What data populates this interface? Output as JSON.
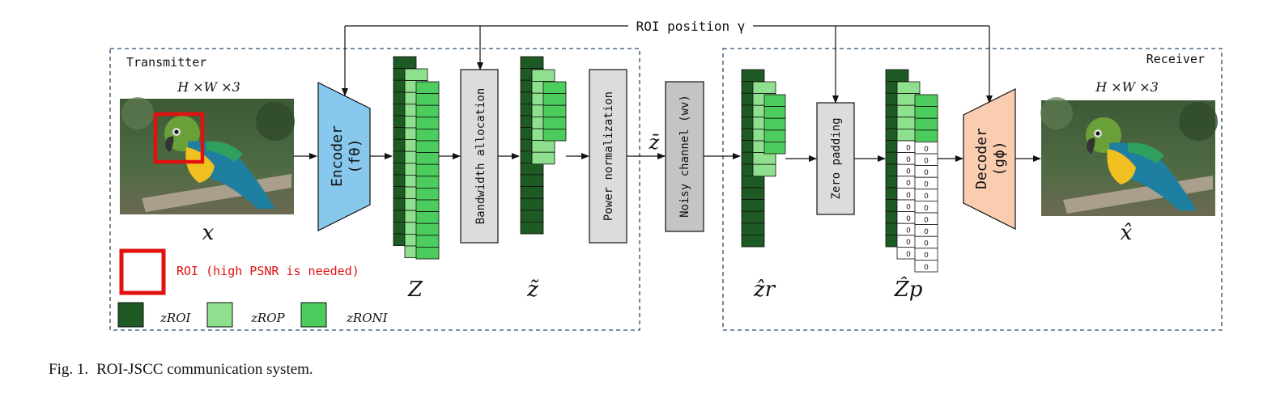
{
  "roi_position_label": "ROI position γ",
  "transmitter": {
    "title": "Transmitter",
    "input_dims": "H ×W ×3",
    "input_symbol": "x",
    "encoder_label": "Encoder",
    "encoder_param": "(fθ)",
    "latent_symbol": "Z",
    "bandwidth_label": "Bandwidth allocation",
    "selected_symbol": "z̃",
    "power_label": "Power normalization"
  },
  "channel": {
    "signal_symbol": "z̄",
    "label": "Noisy channel (wv)"
  },
  "receiver": {
    "title": "Receiver",
    "received_symbol": "ẑr",
    "zero_padding_label": "Zero padding",
    "padded_symbol": "Ẑp",
    "decoder_label": "Decoder",
    "decoder_param": "(gϕ)",
    "output_dims": "H ×W ×3",
    "output_symbol": "x̂",
    "zero_value": "0"
  },
  "legend": {
    "roi_text": "ROI (high PSNR is needed)",
    "items": [
      {
        "label": "zROI",
        "color": "#1e5a24"
      },
      {
        "label": "zROP",
        "color": "#8ee08e"
      },
      {
        "label": "zRONI",
        "color": "#4ccc5c"
      }
    ]
  },
  "caption": {
    "prefix": "Fig. 1.",
    "text": "ROI-JSCC communication system."
  },
  "colors": {
    "encoder": "#87c8ec",
    "decoder": "#fbcdb0",
    "block_gray": "#dcdcdc",
    "channel_gray": "#c4c4c4",
    "roi_box": "#e31010",
    "dashed_border": "#2b4c6a"
  }
}
